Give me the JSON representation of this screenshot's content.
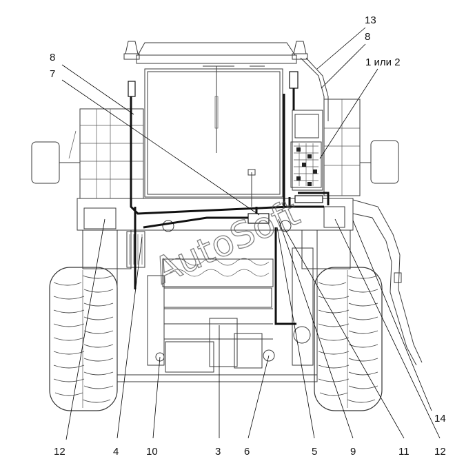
{
  "watermark": "AutoSoft",
  "callouts": [
    {
      "id": "c13a",
      "text": "13"
    },
    {
      "id": "c8a",
      "text": "8"
    },
    {
      "id": "c1or2",
      "text": "1 или 2"
    },
    {
      "id": "c8b",
      "text": "8"
    },
    {
      "id": "c7",
      "text": "7"
    },
    {
      "id": "c14",
      "text": "14"
    },
    {
      "id": "c12a",
      "text": "12"
    },
    {
      "id": "c4",
      "text": "4"
    },
    {
      "id": "c10",
      "text": "10"
    },
    {
      "id": "c3",
      "text": "3"
    },
    {
      "id": "c6",
      "text": "6"
    },
    {
      "id": "c5",
      "text": "5"
    },
    {
      "id": "c9",
      "text": "9"
    },
    {
      "id": "c11",
      "text": "11"
    },
    {
      "id": "c12b",
      "text": "12"
    }
  ]
}
